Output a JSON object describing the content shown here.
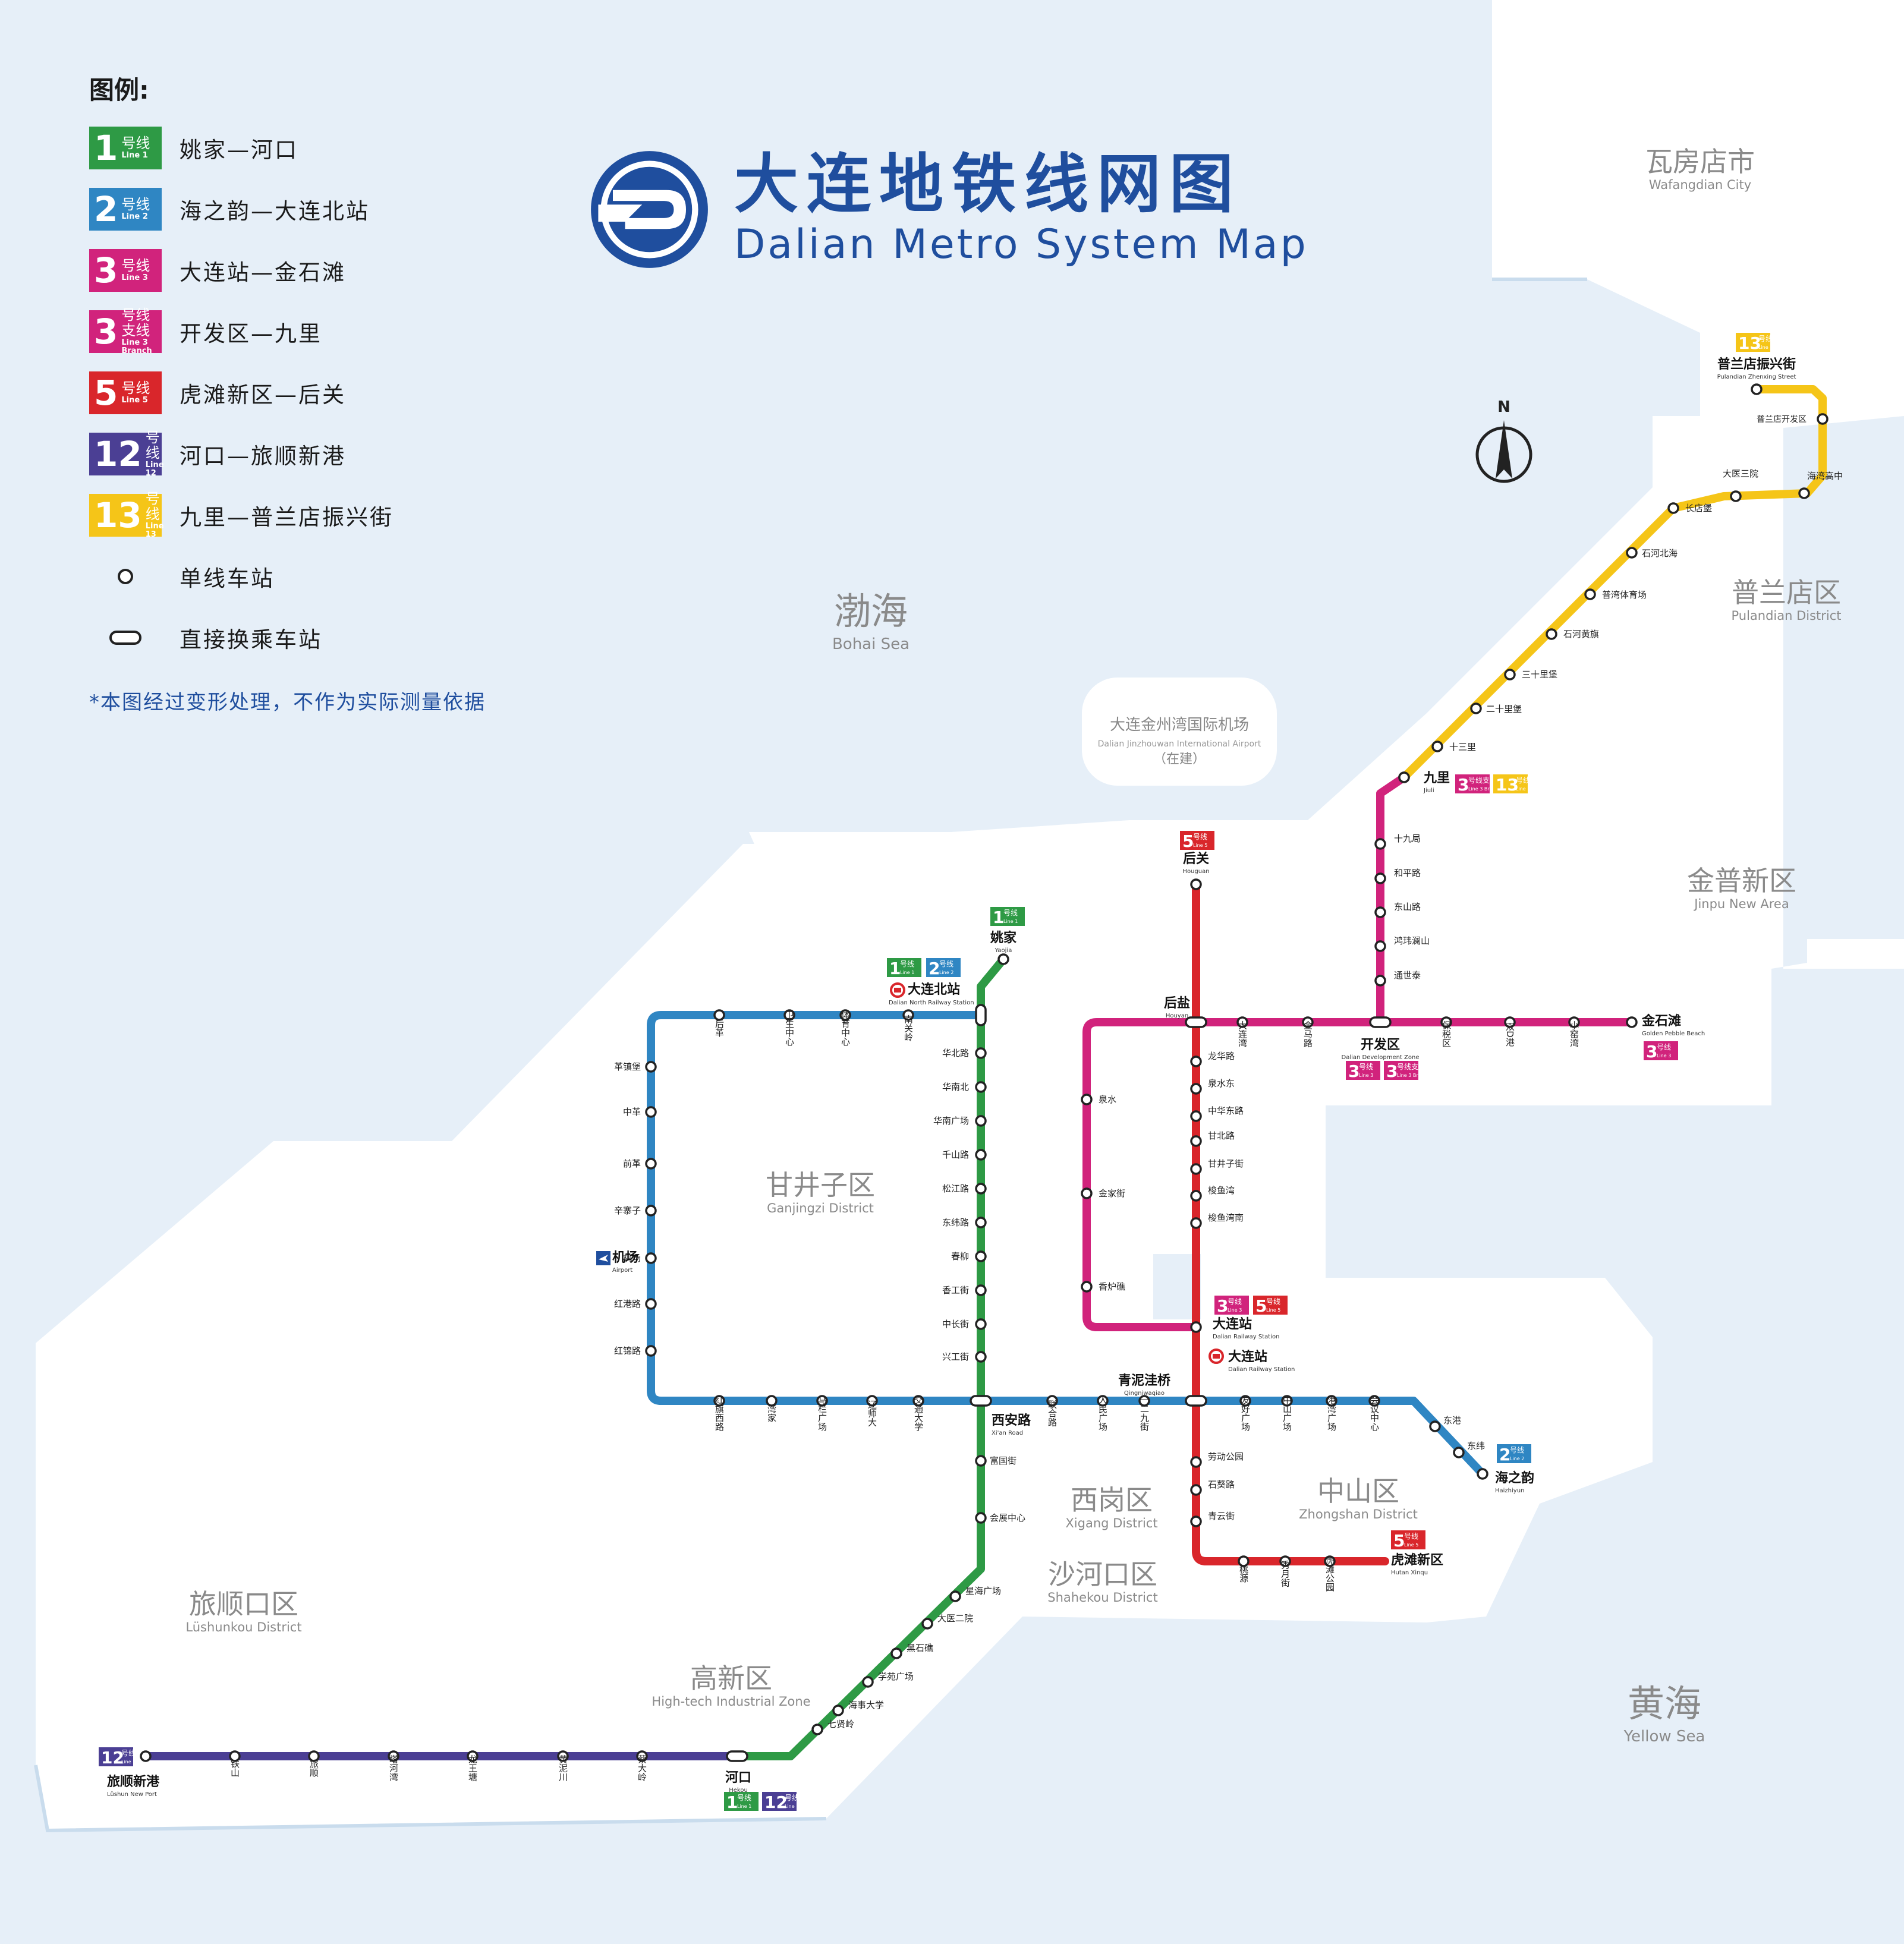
{
  "legend": {
    "title": "图例:",
    "lines": [
      {
        "num": "1",
        "zh": "号线",
        "en": "Line 1",
        "desc": "姚家—河口",
        "color": "#2e9a45"
      },
      {
        "num": "2",
        "zh": "号线",
        "en": "Line 2",
        "desc": "海之韵—大连北站",
        "color": "#2f86c3"
      },
      {
        "num": "3",
        "zh": "号线",
        "en": "Line 3",
        "desc": "大连站—金石滩",
        "color": "#d1237c"
      },
      {
        "num": "3",
        "zh": "号线支线",
        "en": "Line 3 Branch",
        "desc": "开发区—九里",
        "color": "#d1237c"
      },
      {
        "num": "5",
        "zh": "号线",
        "en": "Line 5",
        "desc": "虎滩新区—后关",
        "color": "#d9262b"
      },
      {
        "num": "12",
        "zh": "号线",
        "en": "Line 12",
        "desc": "河口—旅顺新港",
        "color": "#4b3f94"
      },
      {
        "num": "13",
        "zh": "号线",
        "en": "Line 13",
        "desc": "九里—普兰店振兴街",
        "color": "#f5c518"
      }
    ],
    "symbols": [
      {
        "type": "circle",
        "desc": "单线车站"
      },
      {
        "type": "pill",
        "desc": "直接换乘车站"
      }
    ],
    "note": "*本图经过变形处理，不作为实际测量依据"
  },
  "header": {
    "title_zh": "大连地铁线网图",
    "title_en": "Dalian Metro System Map"
  },
  "compass": {
    "label": "N"
  },
  "regions": [
    {
      "zh": "渤海",
      "en": "Bohai Sea",
      "type": "sea"
    },
    {
      "zh": "黄海",
      "en": "Yellow Sea",
      "type": "sea"
    },
    {
      "zh": "瓦房店市",
      "en": "Wafangdian City",
      "type": "district"
    },
    {
      "zh": "普兰店区",
      "en": "Pulandian District",
      "type": "district"
    },
    {
      "zh": "金普新区",
      "en": "Jinpu New Area",
      "type": "district"
    },
    {
      "zh": "甘井子区",
      "en": "Ganjingzi District",
      "type": "district"
    },
    {
      "zh": "西岗区",
      "en": "Xigang District",
      "type": "district"
    },
    {
      "zh": "中山区",
      "en": "Zhongshan District",
      "type": "district"
    },
    {
      "zh": "沙河口区",
      "en": "Shahekou District",
      "type": "district"
    },
    {
      "zh": "旅顺口区",
      "en": "Lüshunkou District",
      "type": "district"
    },
    {
      "zh": "高新区",
      "en": "High-tech Industrial Zone",
      "type": "district"
    }
  ],
  "airport_note": {
    "zh": "大连金州湾国际机场",
    "en": "Dalian Jinzhouwan International Airport",
    "status": "（在建）"
  },
  "rail_stations": [
    {
      "zh": "大连北站",
      "en": "Dalian North Railway Station"
    },
    {
      "zh": "大连站",
      "en": "Dalian Railway Station"
    }
  ],
  "lines": [
    {
      "id": "L1",
      "color": "#2e9a45",
      "stations": [
        "姚家",
        "华北路",
        "华南北",
        "华南广场",
        "千山路",
        "松江路",
        "东纬路",
        "春柳",
        "香工街",
        "中长街",
        "兴工街",
        "西安路",
        "富国街",
        "会展中心",
        "星海广场",
        "大医二院",
        "黑石礁",
        "学苑广场",
        "海事大学",
        "七贤岭",
        "河口"
      ]
    },
    {
      "id": "L2",
      "color": "#2f86c3",
      "stations": [
        "大连北站",
        "南关岭",
        "体育中心",
        "卫生中心",
        "后革",
        "革镇堡",
        "中革",
        "前革",
        "辛寨子",
        "机场",
        "红港路",
        "红锦路",
        "红旗西路",
        "湾家",
        "马栏广场",
        "辽师大",
        "交通大学",
        "西安路",
        "联合路",
        "人民广场",
        "一二九街",
        "青泥洼桥",
        "友好广场",
        "中山广场",
        "港湾广场",
        "会议中心",
        "东港",
        "东纬",
        "海之韵"
      ]
    },
    {
      "id": "L3",
      "color": "#d1237c",
      "stations": [
        "大连站",
        "香炉礁",
        "金家街",
        "泉水",
        "后盐",
        "大连湾",
        "金马路",
        "开发区",
        "保税区",
        "双D港",
        "小窑湾",
        "金石滩"
      ]
    },
    {
      "id": "L3B",
      "color": "#d1237c",
      "stations": [
        "开发区",
        "通世泰",
        "鸿玮澜山",
        "东山路",
        "和平路",
        "十九局",
        "九里"
      ]
    },
    {
      "id": "L5",
      "color": "#d9262b",
      "stations": [
        "后关",
        "后盐",
        "龙华路",
        "泉水东",
        "中华东路",
        "甘北路",
        "甘井子街",
        "梭鱼湾",
        "梭鱼湾南",
        "大连站",
        "青泥洼桥",
        "劳动公园",
        "石葵路",
        "青云街",
        "桃源",
        "秀月街",
        "虎滩公园",
        "虎滩新区"
      ]
    },
    {
      "id": "L12",
      "color": "#4b3f94",
      "stations": [
        "旅顺新港",
        "铁山",
        "旅顺",
        "塔河湾",
        "龙王塘",
        "黄泥川",
        "蔡大岭",
        "河口"
      ]
    },
    {
      "id": "L13",
      "color": "#f5c518",
      "stations": [
        "九里",
        "十三里",
        "二十里堡",
        "三十里堡",
        "石河黄旗",
        "普湾体育场",
        "石河北海",
        "长店堡",
        "大医三院",
        "海湾高中",
        "普兰店开发区",
        "普兰店振兴街"
      ]
    }
  ],
  "labels": {
    "yaojia": {
      "zh": "姚家",
      "en": "Yaojia"
    },
    "dalianbeizhan": "大连北站",
    "houyan": {
      "zh": "后盐",
      "en": "Houyan"
    },
    "houguan": {
      "zh": "后关",
      "en": "Houguan"
    },
    "kaifaqu": {
      "zh": "开发区",
      "en": "Dalian Development Zone"
    },
    "jinshitan": {
      "zh": "金石滩",
      "en": "Golden Pebble Beach"
    },
    "jiuli": {
      "zh": "九里",
      "en": "Jiuli"
    },
    "pld_zxj": {
      "zh": "普兰店振兴街",
      "en": "Pulandian Zhenxing Street"
    },
    "haizhiyun": {
      "zh": "海之韵",
      "en": "Haizhiyun"
    },
    "dalianzhan": {
      "zh": "大连站",
      "en": "Dalian Railway Station"
    },
    "xianlu": {
      "zh": "西安路",
      "en": "Xi'an Road"
    },
    "qingniwaqiao": {
      "zh": "青泥洼桥",
      "en": "Qingniwaqiao"
    },
    "hekou": {
      "zh": "河口",
      "en": "Hekou"
    },
    "lsxg": {
      "zh": "旅顺新港",
      "en": "Lüshun New Port"
    },
    "htxq": {
      "zh": "虎滩新区",
      "en": "Hutan Xinqu"
    },
    "jichang": {
      "zh": "机场",
      "en": "Airport"
    }
  }
}
